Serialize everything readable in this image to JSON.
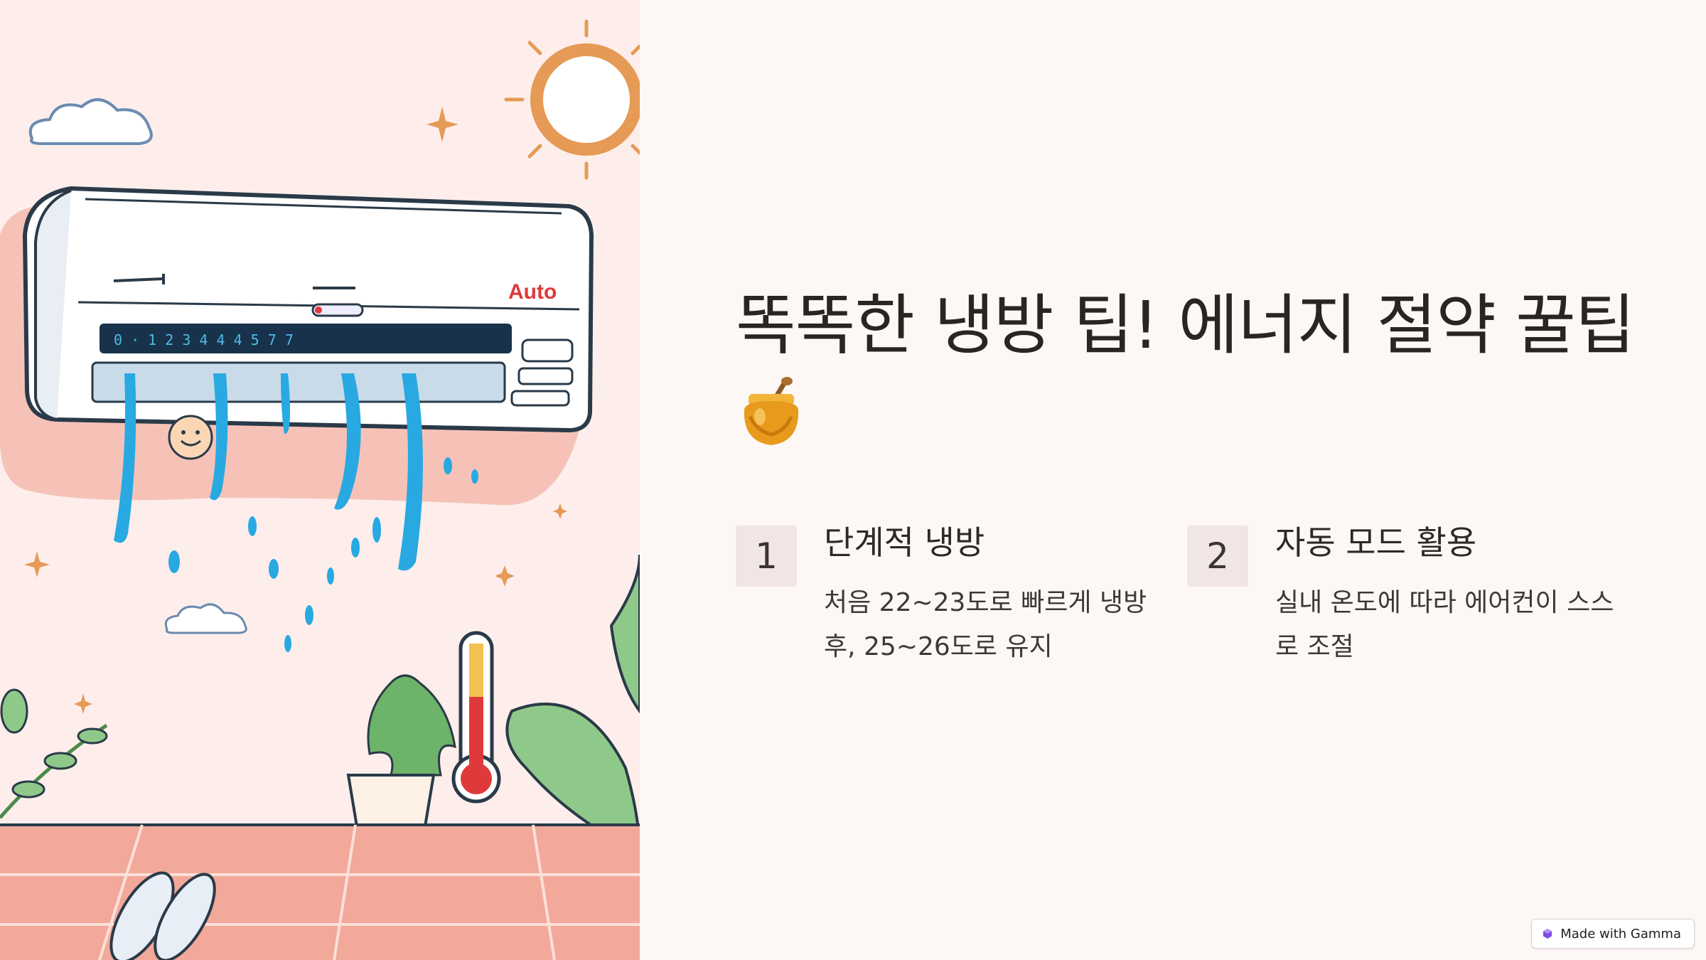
{
  "slide": {
    "title": "똑똑한 냉방 팁! 에너지 절약 꿀팁",
    "title_emoji": "honey-pot-emoji"
  },
  "illustration": {
    "ac_label": "Auto",
    "display_digits": "0 · 1 2 3 4 4 4 5 7 7"
  },
  "steps": [
    {
      "number": "1",
      "title": "단계적 냉방",
      "description": "처음 22~23도로 빠르게 냉방 후, 25~26도로 유지"
    },
    {
      "number": "2",
      "title": "자동 모드 활용",
      "description": "실내 온도에 따라 에어컨이 스스로 조절"
    }
  ],
  "badge": {
    "label": "Made with Gamma",
    "icon": "gamma-logo-icon"
  },
  "colors": {
    "background": "#fdf8f6",
    "illustration_bg": "#fbe9e6",
    "accent_pink": "#f4b8ac",
    "water_blue": "#29a9e1",
    "sun_orange": "#e59a55",
    "number_box": "#f1e6e4",
    "text": "#2a2525"
  }
}
